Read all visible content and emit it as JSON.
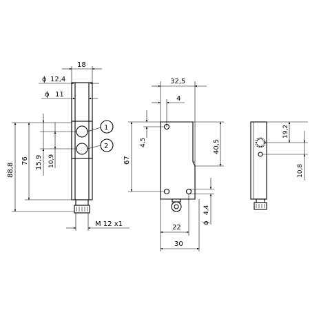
{
  "drawing": {
    "views": [
      {
        "name": "side-view",
        "dimensions": {
          "width": "18",
          "diameter_outer": "12,4",
          "diameter_inner": "11",
          "height_total": "88,8",
          "height_body": "76",
          "pos_1": "15,9",
          "pos_2": "10,9",
          "thread": "M 12 x1"
        },
        "callouts": [
          "1",
          "2"
        ],
        "symbols": {
          "diameter": "ϕ"
        }
      },
      {
        "name": "front-view",
        "dimensions": {
          "width_top": "32,5",
          "offset_top": "4",
          "offset_left": "4,5",
          "height_body": "67",
          "height_right": "40,5",
          "hole_diameter": "4,4",
          "width_bottom": "22",
          "width_total": "30"
        },
        "symbols": {
          "diameter": "ϕ"
        }
      },
      {
        "name": "rear-view",
        "dimensions": {
          "height_led": "19,2",
          "height_hole": "10,8"
        }
      }
    ]
  }
}
